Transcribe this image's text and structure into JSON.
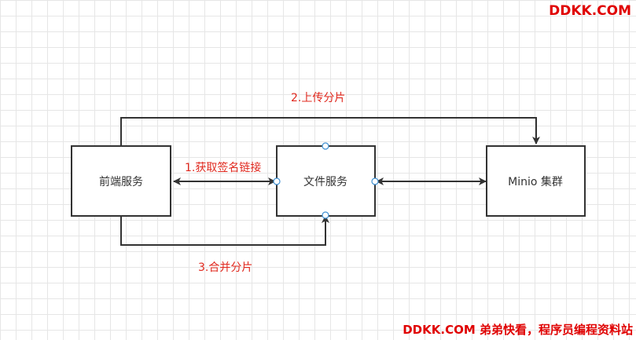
{
  "colors": {
    "edge": "#333333",
    "edge_label": "#e0281e",
    "node_border": "#333333",
    "connection_point": "#3d8fd1",
    "watermark": "#e00000"
  },
  "nodes": {
    "frontend": "前端服务",
    "file_service": "文件服务",
    "minio": "Minio 集群"
  },
  "edges": {
    "get_signed_link": "1.获取签名链接",
    "upload_chunks": "2.上传分片",
    "merge_chunks": "3.合并分片"
  },
  "watermark": {
    "top": "DDKK.COM",
    "bottom": "DDKK.COM 弟弟快看，程序员编程资料站"
  }
}
